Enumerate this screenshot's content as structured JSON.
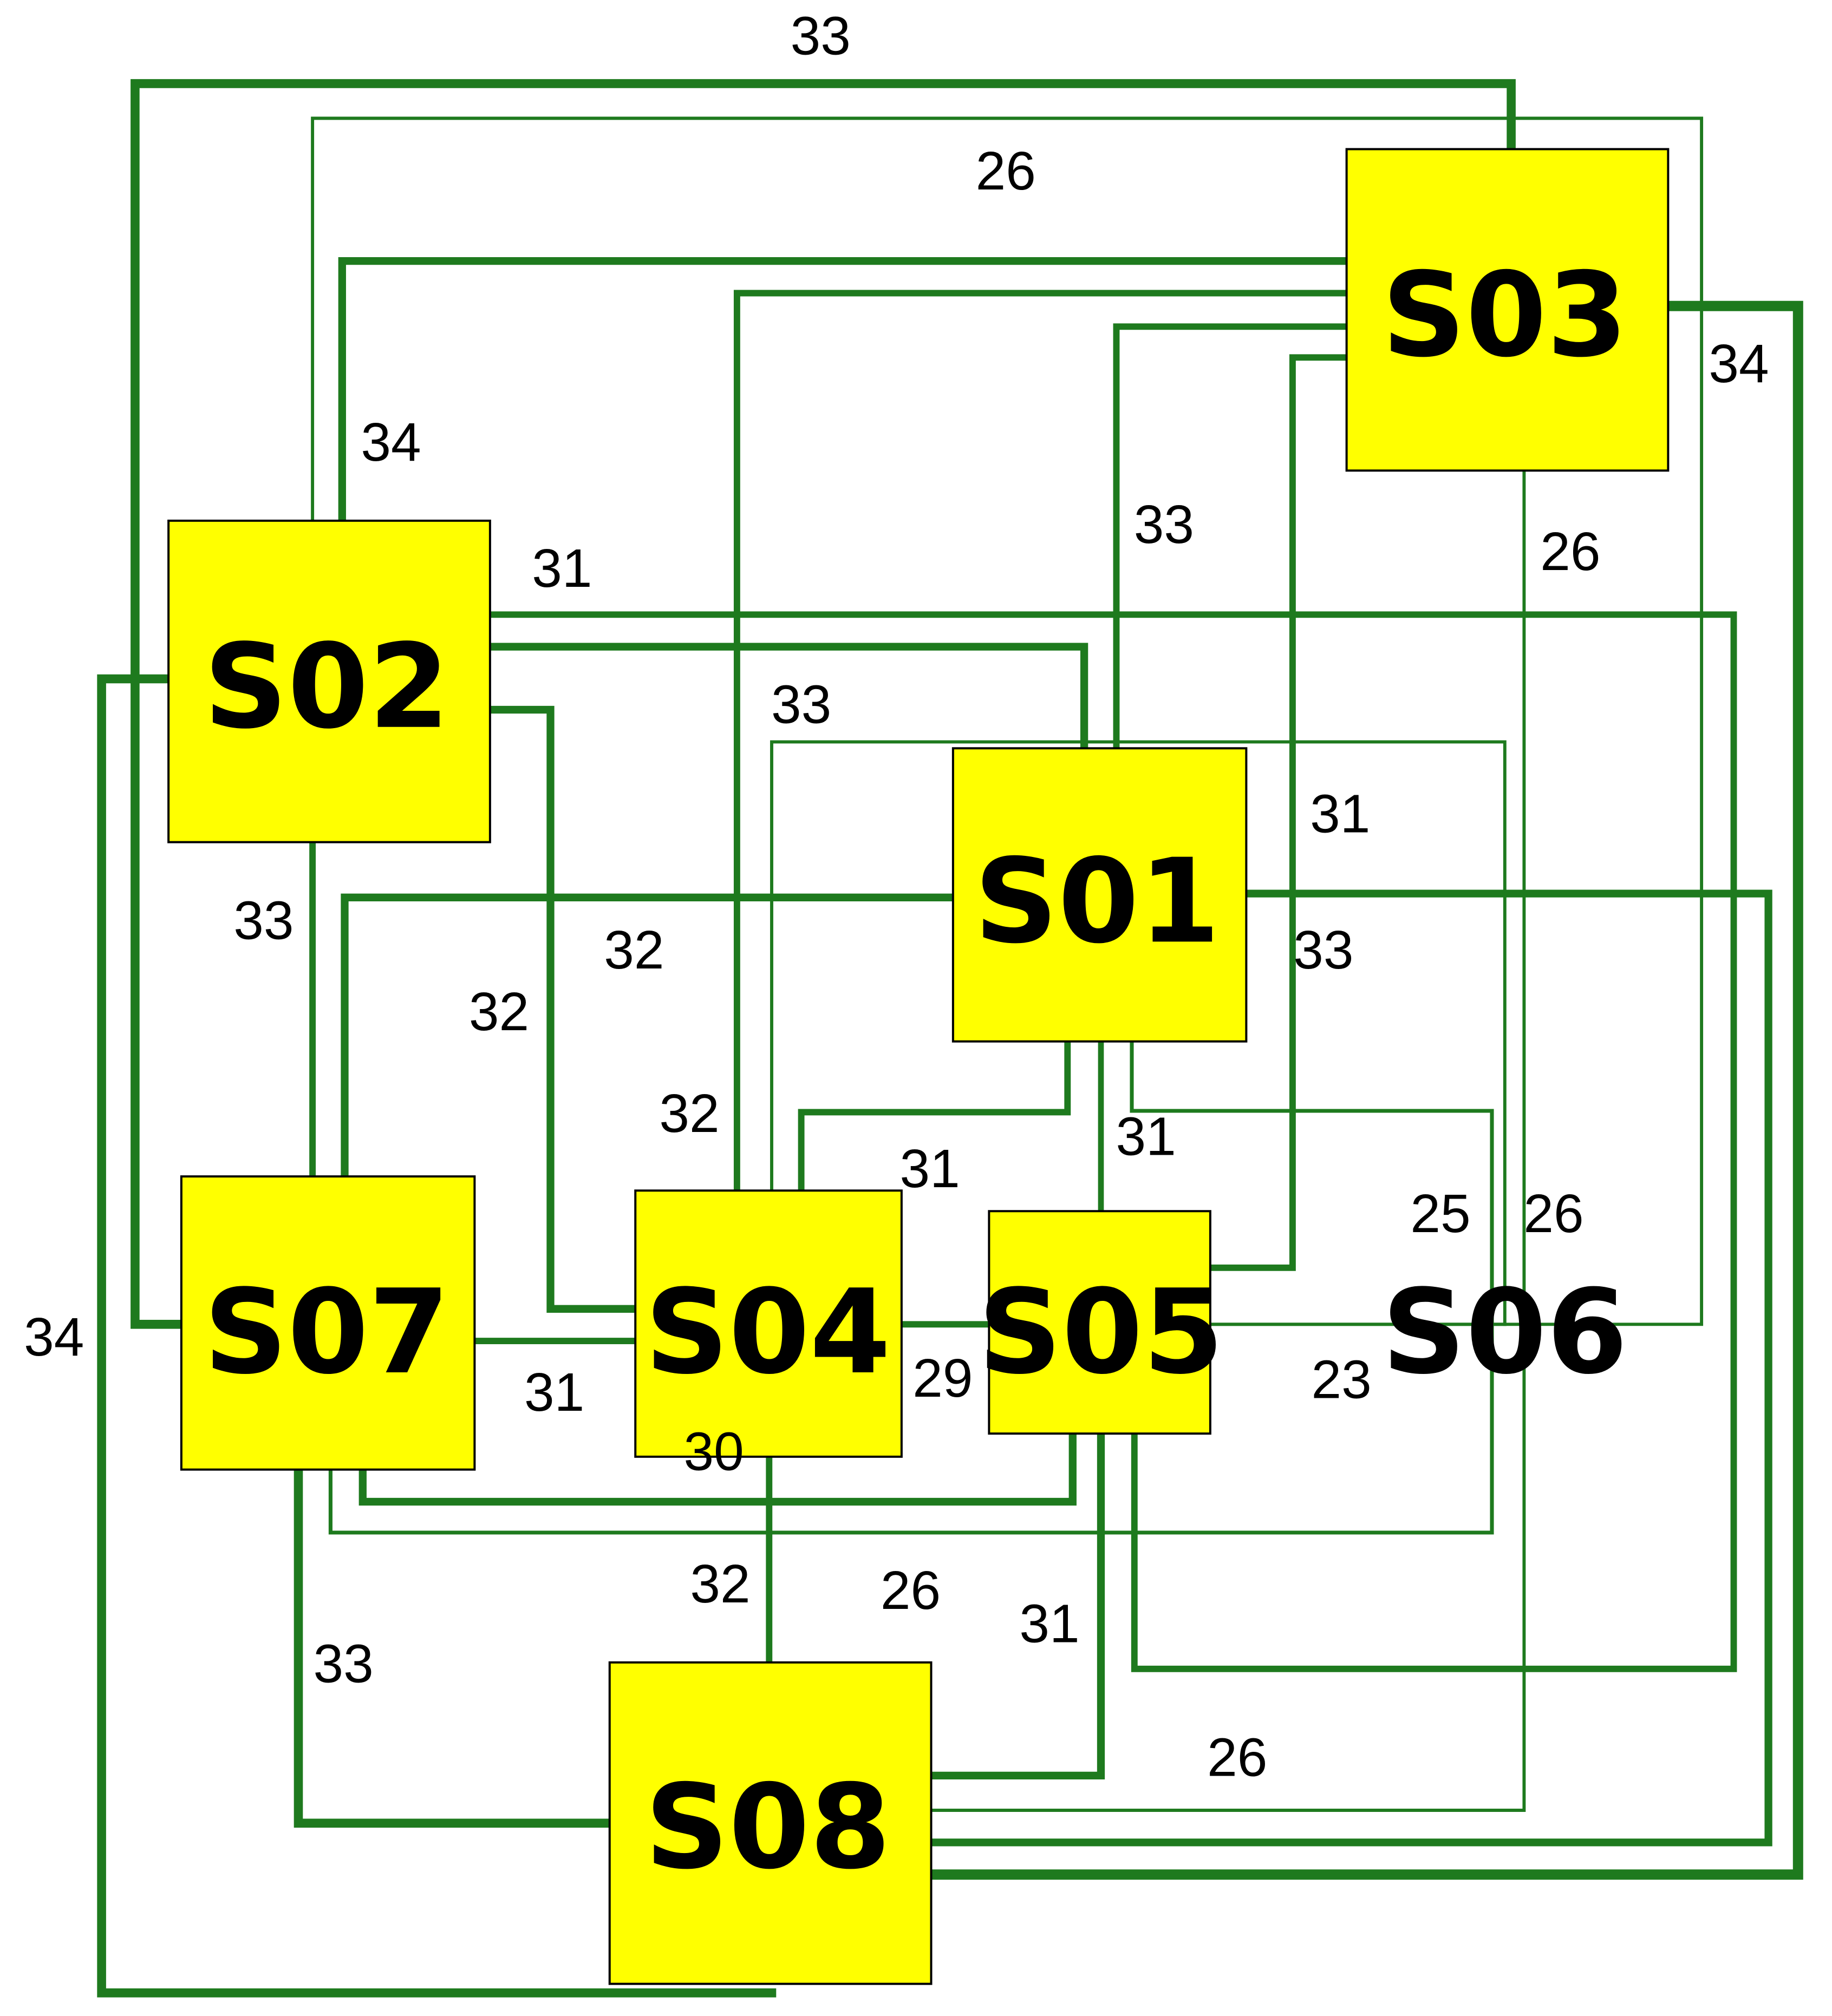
{
  "colors": {
    "node_fill": "#ffff00",
    "edge": "#1e7a1e",
    "background": "#ffffff"
  },
  "nodes": [
    {
      "id": "S01",
      "label": "S01"
    },
    {
      "id": "S02",
      "label": "S02"
    },
    {
      "id": "S03",
      "label": "S03"
    },
    {
      "id": "S04",
      "label": "S04"
    },
    {
      "id": "S05",
      "label": "S05"
    },
    {
      "id": "S06",
      "label": "S06"
    },
    {
      "id": "S07",
      "label": "S07"
    },
    {
      "id": "S08",
      "label": "S08"
    }
  ],
  "edge_labels": [
    "33",
    "26",
    "34",
    "34",
    "31",
    "33",
    "26",
    "33",
    "31",
    "33",
    "32",
    "32",
    "33",
    "32",
    "31",
    "31",
    "25",
    "26",
    "34",
    "31",
    "29",
    "23",
    "30",
    "32",
    "26",
    "31",
    "33",
    "26"
  ]
}
